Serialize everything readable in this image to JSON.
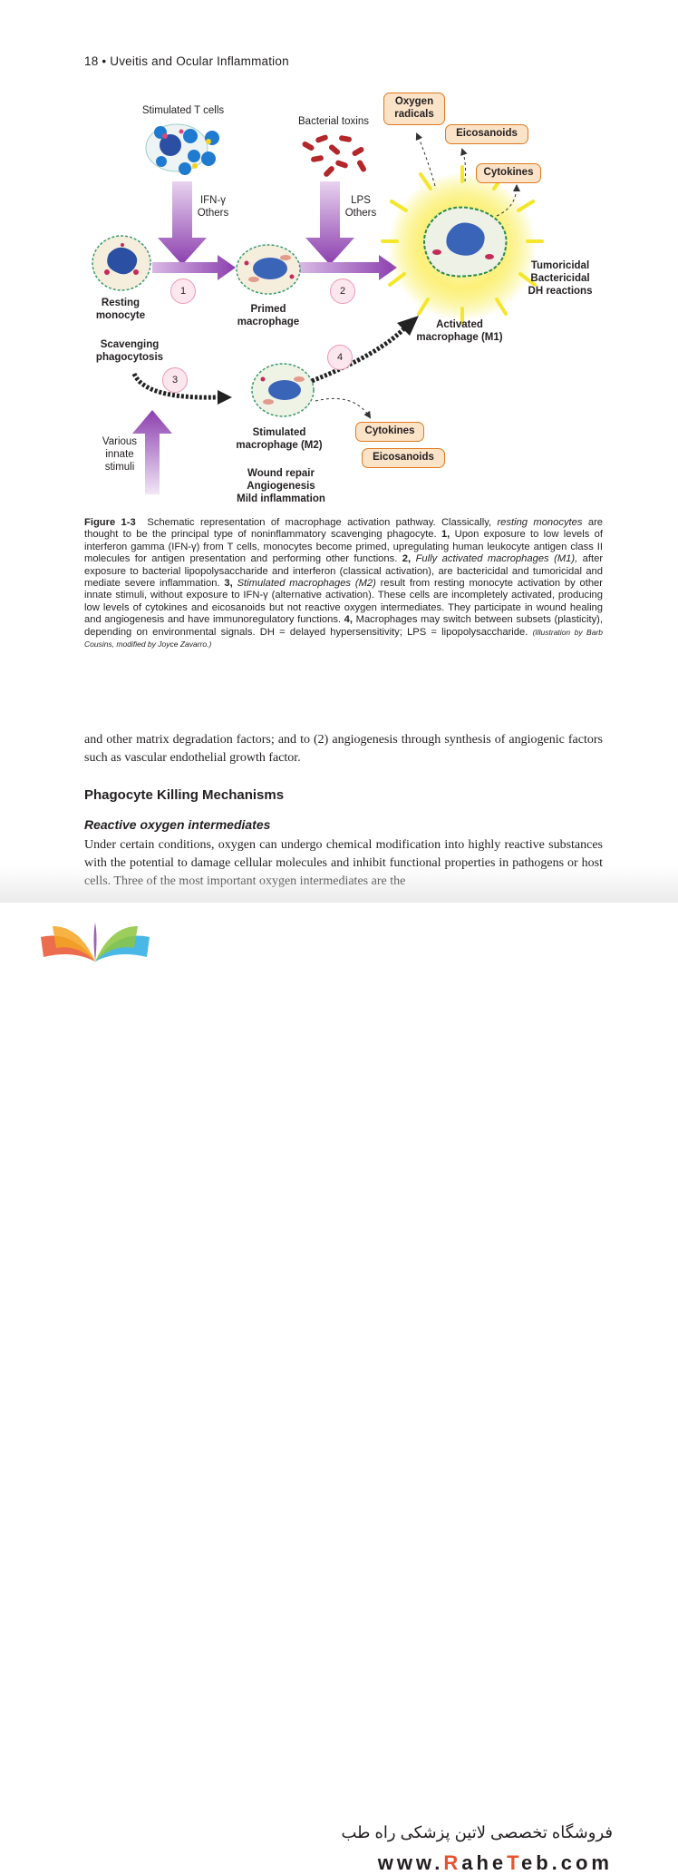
{
  "header": {
    "page_number": "18",
    "bullet": "•",
    "running_title": "Uveitis and Ocular Inflammation"
  },
  "figure": {
    "labels": {
      "stimulated_t_cells": "Stimulated T cells",
      "bacterial_toxins": "Bacterial toxins",
      "ifn_gamma": "IFN-γ",
      "others_1": "Others",
      "lps": "LPS",
      "others_2": "Others",
      "resting_monocyte_1": "Resting",
      "resting_monocyte_2": "monocyte",
      "primed_macrophage_1": "Primed",
      "primed_macrophage_2": "macrophage",
      "activated_macrophage_1": "Activated",
      "activated_macrophage_2": "macrophage (M1)",
      "tumoricidal": "Tumoricidal",
      "bactericidal": "Bactericidal",
      "dh_reactions": "DH reactions",
      "scavenging_1": "Scavenging",
      "scavenging_2": "phagocytosis",
      "various_1": "Various",
      "various_2": "innate",
      "various_3": "stimuli",
      "stimulated_m2_1": "Stimulated",
      "stimulated_m2_2": "macrophage (M2)",
      "wound_repair": "Wound repair",
      "angiogenesis": "Angiogenesis",
      "mild_inflammation": "Mild inflammation"
    },
    "boxes": {
      "oxygen_radicals_1": "Oxygen",
      "oxygen_radicals_2": "radicals",
      "eicosanoids_top": "Eicosanoids",
      "cytokines_top": "Cytokines",
      "cytokines_bottom": "Cytokines",
      "eicosanoids_bottom": "Eicosanoids"
    },
    "numbers": {
      "n1": "1",
      "n2": "2",
      "n3": "3",
      "n4": "4"
    },
    "colors": {
      "purple_arrow": "#9b4fb8",
      "box_fill": "#fbe3c8",
      "box_border": "#e07a1f",
      "circle_fill": "#fde7ee",
      "glow": "#f5ea2a"
    }
  },
  "caption": {
    "figure_no": "Figure 1-3",
    "s0": "Schematic representation of macrophage activation pathway. Classically,",
    "s0_em": "resting monocytes",
    "s1": "are thought to be the principal type of noninflammatory scavenging phagocyte.",
    "n1": "1,",
    "s2": "Upon exposure to low levels of interferon gamma (IFN-γ) from T cells, monocytes become primed, upregulating human leukocyte antigen class II molecules for antigen presentation and performing other functions.",
    "n2": "2,",
    "s3_em": "Fully activated macrophages (M1),",
    "s3": "after exposure to bacterial lipopolysaccharide and interferon (classical activation), are bactericidal and tumoricidal and mediate severe inflammation.",
    "n3": "3,",
    "s4_em": "Stimulated macrophages (M2)",
    "s4": "result from resting monocyte activation by other innate stimuli, without exposure to IFN-γ (alternative activation). These cells are incompletely activated, producing low levels of cytokines and eicosanoids but not reactive oxygen intermediates. They participate in wound healing and angiogenesis and have immunoregulatory functions.",
    "n4": "4,",
    "s5": "Macrophages may switch between subsets (plasticity), depending on environmental signals. DH = delayed hypersensitivity; LPS = lipopolysaccharide.",
    "credit": "(Illustration by Barb Cousins, modified by Joyce Zavarro.)"
  },
  "body": {
    "para1": "and other matrix degradation factors; and to (2) angiogenesis through synthesis of angiogenic factors such as vascular endothelial growth factor.",
    "heading": "Phagocyte Killing Mechanisms",
    "subheading": "Reactive oxygen intermediates",
    "para2": "Under certain conditions, oxygen can undergo chemical modification into highly reactive substances with the potential to damage cellular molecules and inhibit functional properties in pathogens or host cells. Three of the most important oxygen intermediates are the"
  },
  "banner": {
    "shop_text": "فروشگاه تخصصی لاتین پزشکی راه طب",
    "url_a": "www.",
    "url_r1": "R",
    "url_b": "ahe",
    "url_t": "T",
    "url_c": "eb.com",
    "logo_colors": [
      "#e8532f",
      "#f5a623",
      "#8cc63f",
      "#29abe2",
      "#8e44ad"
    ]
  }
}
